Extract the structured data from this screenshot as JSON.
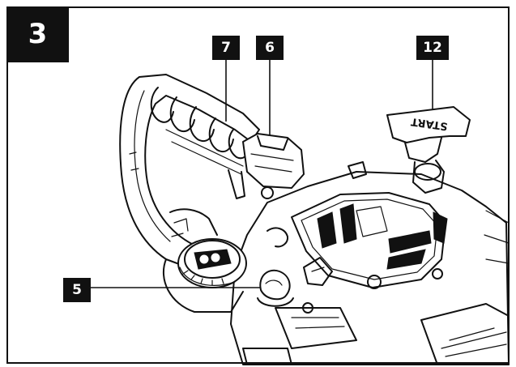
{
  "figure": {
    "number": "3"
  },
  "callouts": {
    "c7": "7",
    "c6": "6",
    "c12": "12",
    "c5": "5"
  },
  "starter_handle_text": "START",
  "colors": {
    "ink": "#111111",
    "paper": "#ffffff"
  }
}
